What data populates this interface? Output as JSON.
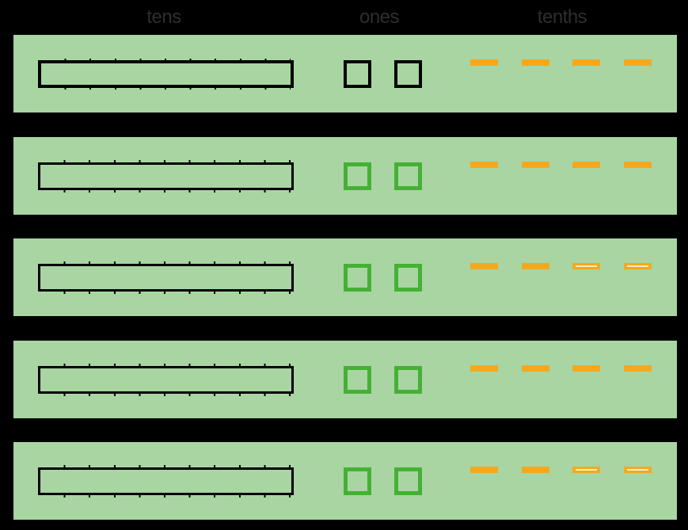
{
  "header": {
    "labels": [
      "tens",
      "ones",
      "tenths"
    ]
  },
  "colors": {
    "background": "#000000",
    "row_background": "#A8D5A2",
    "black_outline": "#000000",
    "green_outline": "#45B035",
    "orange_dash": "#F5A81D",
    "dash_inner_stripe": "#F7EDCD",
    "header_text": "#2E2E2E"
  },
  "rows": [
    {
      "tens_rods": 1,
      "rod_outline": "black",
      "ones_squares": 2,
      "square_outline": "black",
      "tenths_dashes": [
        "solid",
        "solid",
        "solid",
        "solid"
      ]
    },
    {
      "tens_rods": 1,
      "rod_outline": "black",
      "ones_squares": 2,
      "square_outline": "green",
      "tenths_dashes": [
        "solid",
        "solid",
        "solid",
        "solid"
      ]
    },
    {
      "tens_rods": 1,
      "rod_outline": "black",
      "ones_squares": 2,
      "square_outline": "green",
      "tenths_dashes": [
        "solid",
        "solid",
        "striped",
        "striped"
      ]
    },
    {
      "tens_rods": 1,
      "rod_outline": "black",
      "ones_squares": 2,
      "square_outline": "green",
      "tenths_dashes": [
        "solid",
        "solid",
        "solid",
        "solid"
      ]
    },
    {
      "tens_rods": 1,
      "rod_outline": "black",
      "ones_squares": 2,
      "square_outline": "green",
      "tenths_dashes": [
        "solid",
        "solid",
        "striped",
        "striped"
      ]
    }
  ]
}
